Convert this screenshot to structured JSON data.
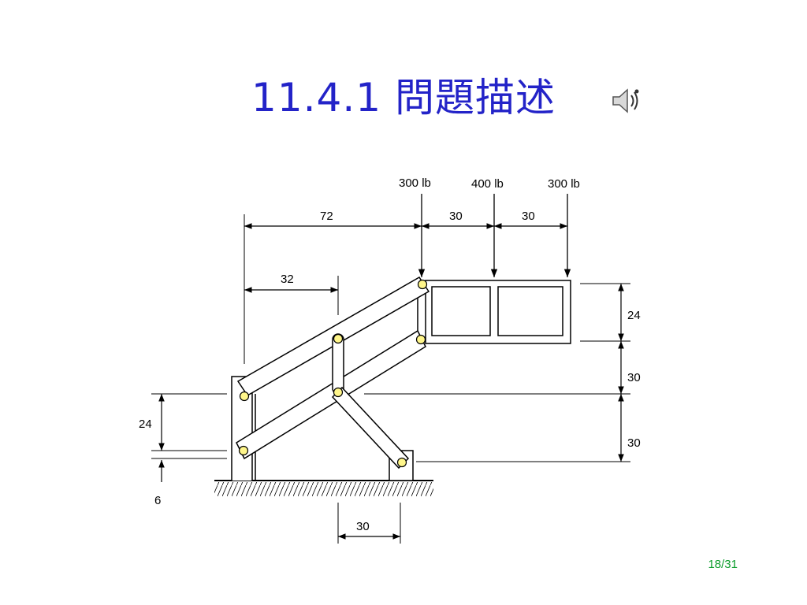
{
  "title": "11.4.1  問題描述",
  "speaker_icon": "speaker-sound-icon",
  "colors": {
    "title": "#2323c8",
    "page_number": "#0a9c2a",
    "pin": "#fff68a"
  },
  "loads": {
    "left": "300 lb",
    "middle": "400 lb",
    "right": "300 lb"
  },
  "dims": {
    "top_72": "72",
    "top_30_a": "30",
    "top_30_b": "30",
    "left_32": "32",
    "right_24": "24",
    "right_30_a": "30",
    "right_30_b": "30",
    "left_24": "24",
    "left_6": "6",
    "bottom_30": "30"
  },
  "page_number": "18/31"
}
